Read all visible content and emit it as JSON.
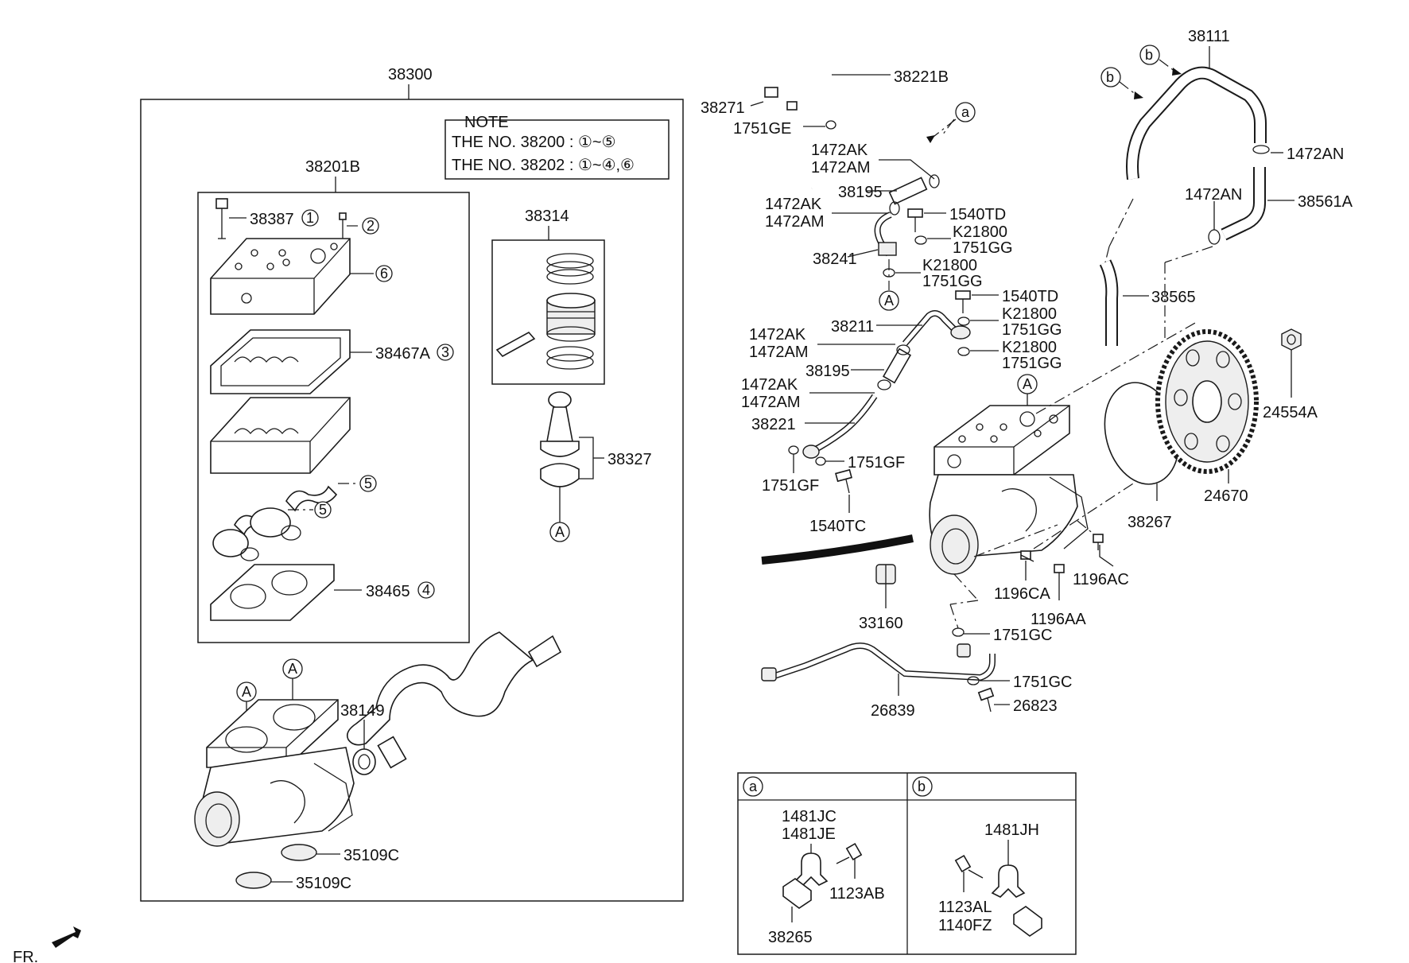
{
  "labels": {
    "assy": "38300",
    "head_kit": "38201B",
    "note_title": "NOTE",
    "note_line1": "THE NO. 38200 : ①~⑤",
    "note_line2": "THE NO. 38202 : ①~④,⑥",
    "p38387": "38387",
    "p38467A": "38467A",
    "p38465": "38465",
    "p38314": "38314",
    "p38327": "38327",
    "p38149": "38149",
    "p35109C_a": "35109C",
    "p35109C_b": "35109C",
    "p38271": "38271",
    "p38221B": "38221B",
    "p1751GE": "1751GE",
    "p1472AK_1": "1472AK",
    "p1472AM_1": "1472AM",
    "p38195_1": "38195",
    "p1472AK_2": "1472AK",
    "p1472AM_2": "1472AM",
    "p1540TD_1": "1540TD",
    "pK21800_1": "K21800",
    "p1751GG_1": "1751GG",
    "p38241": "38241",
    "pK21800_2": "K21800",
    "p1751GG_2": "1751GG",
    "p1540TD_2": "1540TD",
    "pK21800_3": "K21800",
    "p1751GG_3": "1751GG",
    "p38211": "38211",
    "pK21800_4": "K21800",
    "p1751GG_4": "1751GG",
    "p1472AK_3": "1472AK",
    "p1472AM_3": "1472AM",
    "p38195_2": "38195",
    "p1472AK_4": "1472AK",
    "p1472AM_4": "1472AM",
    "p38221": "38221",
    "p1751GF_1": "1751GF",
    "p1751GF_2": "1751GF",
    "p1540TC": "1540TC",
    "p38111": "38111",
    "p1472AN_1": "1472AN",
    "p1472AN_2": "1472AN",
    "p38561A": "38561A",
    "p38565": "38565",
    "p24554A": "24554A",
    "p24670": "24670",
    "p38267": "38267",
    "p1196AC": "1196AC",
    "p1196CA": "1196CA",
    "p1196AA": "1196AA",
    "p33160": "33160",
    "p1751GC_1": "1751GC",
    "p1751GC_2": "1751GC",
    "p26823": "26823",
    "p26839": "26839",
    "p1481JC": "1481JC",
    "p1481JE": "1481JE",
    "p1123AB": "1123AB",
    "p38265": "38265",
    "p1481JH": "1481JH",
    "p1123AL": "1123AL",
    "p1140FZ": "1140FZ",
    "fr": "FR."
  },
  "callouts": {
    "A": "A",
    "a": "a",
    "b": "b",
    "n1": "1",
    "n2": "2",
    "n3": "3",
    "n4": "4",
    "n5": "5",
    "n6": "6"
  }
}
